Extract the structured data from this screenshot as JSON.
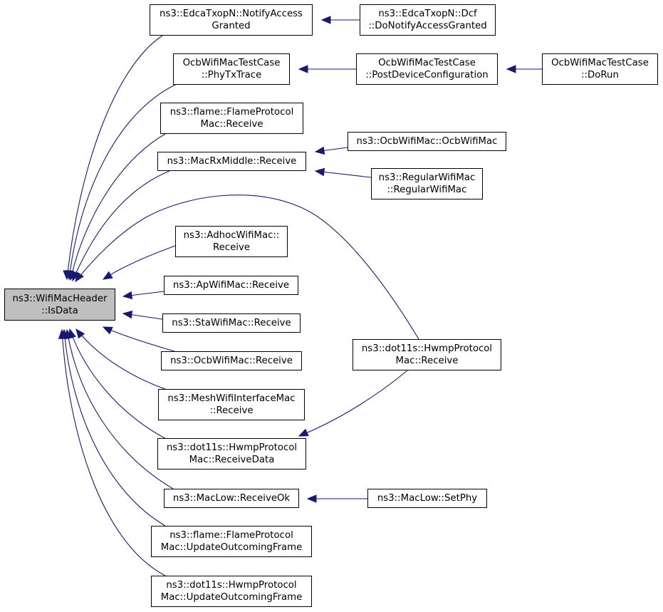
{
  "diagram": {
    "colors": {
      "edge": "#191970",
      "root_fill": "#bfbfbf",
      "node_fill": "#ffffff",
      "border": "#000000"
    },
    "nodes": [
      {
        "id": "root",
        "lines": [
          "ns3::WifiMacHeader",
          "::IsData"
        ],
        "root": true
      },
      {
        "id": "edca_notify",
        "lines": [
          "ns3::EdcaTxopN::NotifyAccess",
          "Granted"
        ]
      },
      {
        "id": "edca_dcf",
        "lines": [
          "ns3::EdcaTxopN::Dcf",
          "::DoNotifyAccessGranted"
        ]
      },
      {
        "id": "ocb_phytx",
        "lines": [
          "OcbWifiMacTestCase",
          "::PhyTxTrace"
        ]
      },
      {
        "id": "ocb_postdev",
        "lines": [
          "OcbWifiMacTestCase",
          "::PostDeviceConfiguration"
        ]
      },
      {
        "id": "ocb_dorun",
        "lines": [
          "OcbWifiMacTestCase",
          "::DoRun"
        ]
      },
      {
        "id": "flame_receive",
        "lines": [
          "ns3::flame::FlameProtocol",
          "Mac::Receive"
        ]
      },
      {
        "id": "macrx_receive",
        "lines": [
          "ns3::MacRxMiddle::Receive"
        ]
      },
      {
        "id": "ocbmac_ctor",
        "lines": [
          "ns3::OcbWifiMac::OcbWifiMac"
        ]
      },
      {
        "id": "regular_ctor",
        "lines": [
          "ns3::RegularWifiMac",
          "::RegularWifiMac"
        ]
      },
      {
        "id": "adhoc_receive",
        "lines": [
          "ns3::AdhocWifiMac::",
          "Receive"
        ]
      },
      {
        "id": "ap_receive",
        "lines": [
          "ns3::ApWifiMac::Receive"
        ]
      },
      {
        "id": "sta_receive",
        "lines": [
          "ns3::StaWifiMac::Receive"
        ]
      },
      {
        "id": "ocb_receive",
        "lines": [
          "ns3::OcbWifiMac::Receive"
        ]
      },
      {
        "id": "hwmp_receive",
        "lines": [
          "ns3::dot11s::HwmpProtocol",
          "Mac::Receive"
        ]
      },
      {
        "id": "mesh_receive",
        "lines": [
          "ns3::MeshWifiInterfaceMac",
          "::Receive"
        ]
      },
      {
        "id": "hwmp_receivedata",
        "lines": [
          "ns3::dot11s::HwmpProtocol",
          "Mac::ReceiveData"
        ]
      },
      {
        "id": "maclow_receiveok",
        "lines": [
          "ns3::MacLow::ReceiveOk"
        ]
      },
      {
        "id": "maclow_setphy",
        "lines": [
          "ns3::MacLow::SetPhy"
        ]
      },
      {
        "id": "flame_update",
        "lines": [
          "ns3::flame::FlameProtocol",
          "Mac::UpdateOutcomingFrame"
        ]
      },
      {
        "id": "hwmp_update",
        "lines": [
          "ns3::dot11s::HwmpProtocol",
          "Mac::UpdateOutcomingFrame"
        ]
      }
    ],
    "edges": [
      {
        "from": "edca_notify",
        "to": "root"
      },
      {
        "from": "ocb_phytx",
        "to": "root"
      },
      {
        "from": "flame_receive",
        "to": "root"
      },
      {
        "from": "macrx_receive",
        "to": "root"
      },
      {
        "from": "hwmp_receive",
        "to": "root"
      },
      {
        "from": "adhoc_receive",
        "to": "root"
      },
      {
        "from": "ap_receive",
        "to": "root"
      },
      {
        "from": "sta_receive",
        "to": "root"
      },
      {
        "from": "ocb_receive",
        "to": "root"
      },
      {
        "from": "mesh_receive",
        "to": "root"
      },
      {
        "from": "hwmp_receivedata",
        "to": "root"
      },
      {
        "from": "maclow_receiveok",
        "to": "root"
      },
      {
        "from": "flame_update",
        "to": "root"
      },
      {
        "from": "hwmp_update",
        "to": "root"
      },
      {
        "from": "edca_dcf",
        "to": "edca_notify"
      },
      {
        "from": "ocb_postdev",
        "to": "ocb_phytx"
      },
      {
        "from": "ocb_dorun",
        "to": "ocb_postdev"
      },
      {
        "from": "ocbmac_ctor",
        "to": "macrx_receive"
      },
      {
        "from": "regular_ctor",
        "to": "macrx_receive"
      },
      {
        "from": "hwmp_receive",
        "to": "hwmp_receivedata"
      },
      {
        "from": "maclow_setphy",
        "to": "maclow_receiveok"
      }
    ]
  }
}
